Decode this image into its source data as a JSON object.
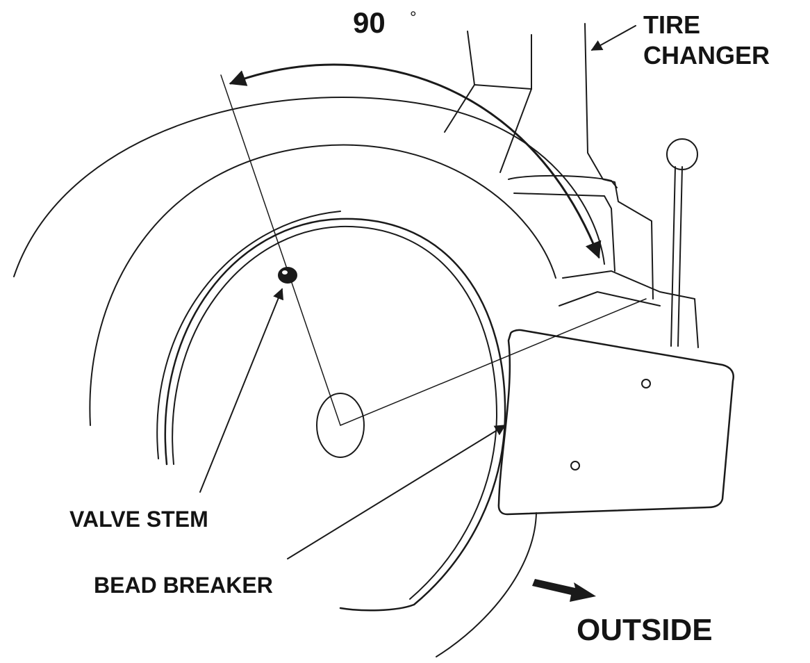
{
  "diagram": {
    "angle_label": "90",
    "degree_symbol": "°",
    "tire_changer_label_line1": "TIRE",
    "tire_changer_label_line2": "CHANGER",
    "valve_stem_label": "VALVE STEM",
    "bead_breaker_label": "BEAD BREAKER",
    "outside_label": "OUTSIDE",
    "line_color": "#1a1a1a",
    "background_color": "#ffffff"
  }
}
